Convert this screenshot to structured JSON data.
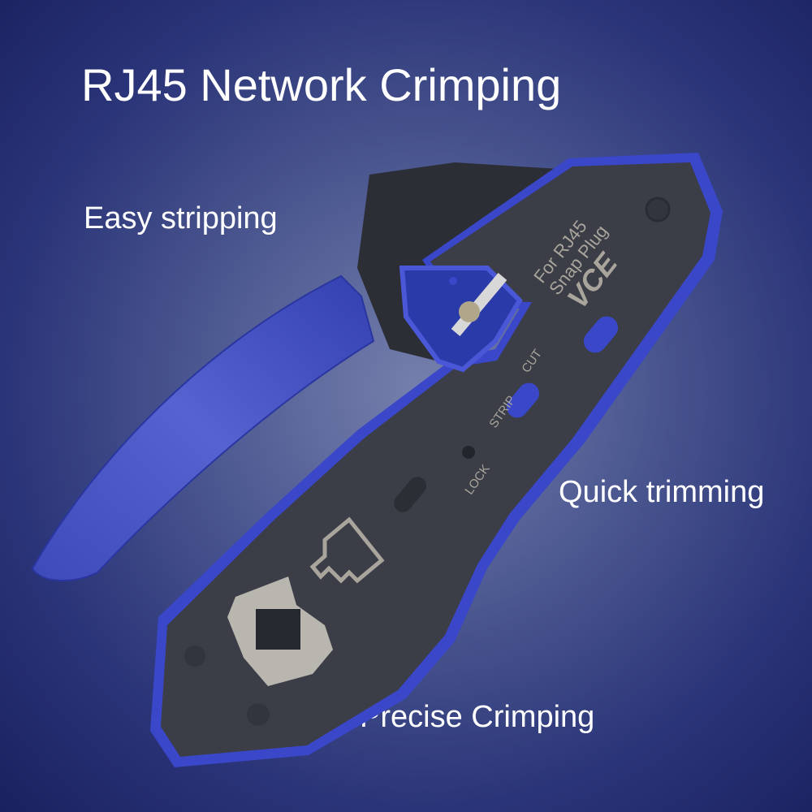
{
  "title": "RJ45 Network Crimping",
  "captions": {
    "stripping": "Easy stripping",
    "trimming": "Quick trimming",
    "crimping": "Precise Crimping"
  },
  "tool_labels": {
    "line1": "For RJ45",
    "line2": "Snap Plug",
    "brand": "VCE",
    "cut": "CUT",
    "strip": "STRIP",
    "lock": "LOCK"
  },
  "colors": {
    "tool_blue": "#3a47c9",
    "tool_body": "#3b3d47",
    "background": "#4e5a92"
  }
}
